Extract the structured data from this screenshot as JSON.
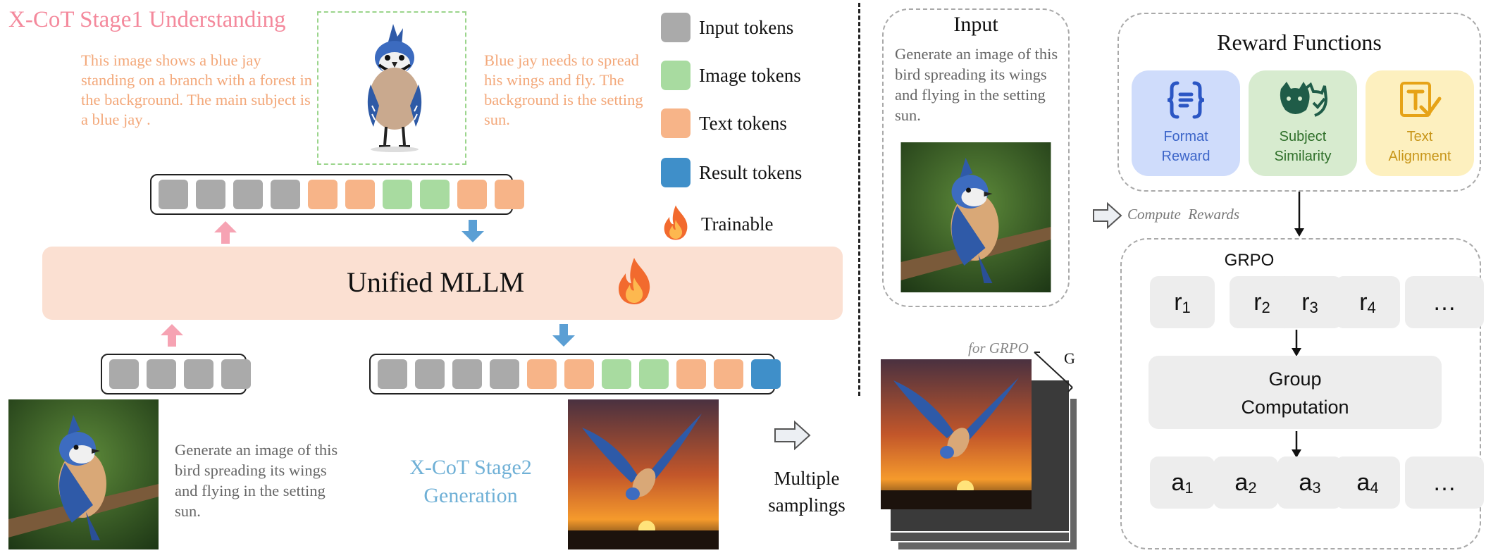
{
  "stage1_title": "X-CoT Stage1 Understanding",
  "stage1_desc_left": "This image shows a blue jay standing on a branch with a forest in the background. The main subject is a blue jay .",
  "stage1_desc_right": "Blue jay needs to spread his wings and fly. The background is the setting sun.",
  "legend": {
    "input": "Input tokens",
    "image": "Image tokens",
    "text": "Text tokens",
    "result": "Result tokens",
    "trainable": "Trainable"
  },
  "mllm_label": "Unified MLLM",
  "prompt_text": "Generate an image of this bird spreading its wings and flying in the setting sun.",
  "stage2_title": "X-CoT Stage2 Generation",
  "multiple_samplings": "Multiple samplings",
  "input_box_title": "Input",
  "input_box_text": "Generate an image of this bird spreading its wings and flying in the setting sun.",
  "for_grpo": "for GRPO",
  "g_label": "G",
  "compute_rewards": "Compute  Rewards",
  "reward_functions_title": "Reward Functions",
  "rewards": {
    "format": "Format Reward",
    "subject": "Subject Similarity",
    "text": "Text Alignment"
  },
  "grpo_title": "GRPO",
  "r_items": [
    "r",
    "r",
    "r",
    "r"
  ],
  "r_subs": [
    "1",
    "2",
    "3",
    "4"
  ],
  "ellipsis": "…",
  "group_computation": "Group Computation",
  "a_items": [
    "a",
    "a",
    "a",
    "a"
  ],
  "a_subs": [
    "1",
    "2",
    "3",
    "4"
  ],
  "colors": {
    "pink": "#f4899c",
    "orange_text": "#f3a87a",
    "stage2_blue": "#6fb0d6",
    "mllm_bg": "#fbe0d2",
    "format_bg": "#cfdcfb",
    "subject_bg": "#d7ebcf",
    "text_bg": "#fdf0bf"
  }
}
